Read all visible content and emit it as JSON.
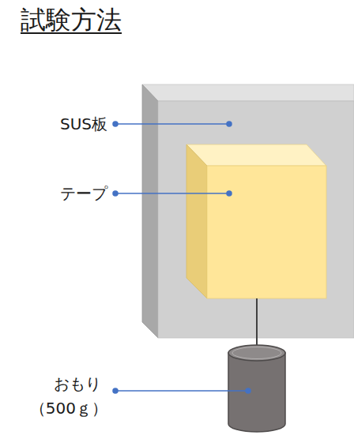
{
  "diagram": {
    "title": "試験方法",
    "labels": [
      "SUS板",
      "テープ",
      "おもり",
      "（500ｇ）"
    ]
  }
}
